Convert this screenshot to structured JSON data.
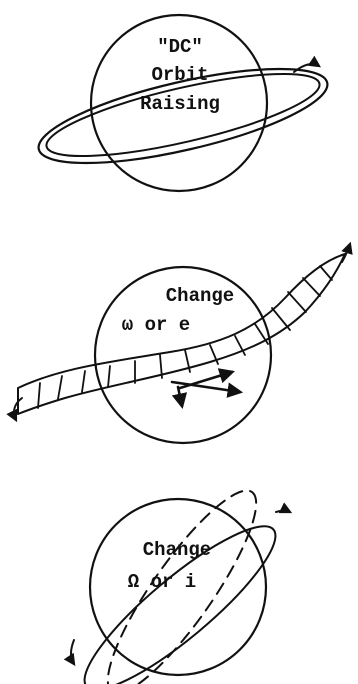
{
  "panels": [
    {
      "id": "dc-orbit-raising",
      "lines": [
        "\"DC\"",
        "Orbit",
        "Raising"
      ]
    },
    {
      "id": "change-omega-e",
      "lines": [
        "Change",
        "ω or e"
      ]
    },
    {
      "id": "change-node-i",
      "lines": [
        "Change",
        "Ω or i"
      ]
    }
  ],
  "colors": {
    "ink": "#111111",
    "paper": "#ffffff"
  }
}
